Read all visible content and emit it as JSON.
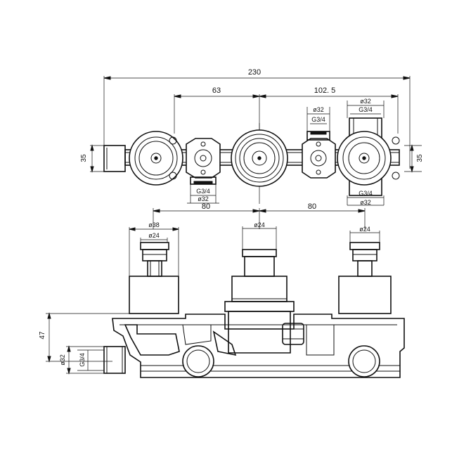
{
  "top_view": {
    "dim_overall": "230",
    "dim_left_span": "63",
    "dim_right_span": "102. 5",
    "dim_height_left": "35",
    "dim_height_right": "35",
    "port_mid_top": {
      "dia": "ø32",
      "thread": "G3/4"
    },
    "port_right_top": {
      "dia": "ø32",
      "thread": "G3/4"
    },
    "port_left_bottom": {
      "thread": "G3/4",
      "dia": "ø32"
    },
    "port_right_bottom": {
      "thread": "G3/4",
      "dia": "ø32"
    }
  },
  "front_view": {
    "dim_left_spacing": "80",
    "dim_right_spacing": "80",
    "left_valve_body_dia": "ø38",
    "left_valve_stem_dia": "ø24",
    "center_valve_stem_dia": "ø24",
    "right_valve_stem_dia": "ø24",
    "dim_height": "47",
    "side_port_dia": "ø32",
    "side_port_thread": "G3/4"
  }
}
